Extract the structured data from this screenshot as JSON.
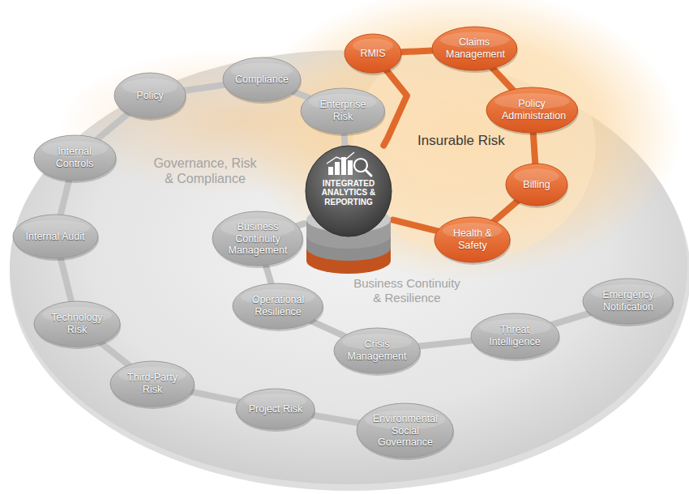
{
  "diagram": {
    "nodes": [
      {
        "text": [
          "RMIS"
        ]
      },
      {
        "text": [
          "Claims Management"
        ]
      },
      {
        "text": [
          "Policy"
        ]
      },
      {
        "text": [
          "Compliance"
        ]
      },
      {
        "text": [
          "Policy Administration"
        ]
      },
      {
        "text": [
          "Enterprise Risk"
        ]
      },
      {
        "text": [
          "Internal Controls"
        ]
      },
      {
        "text": [
          "INTEGRATED ANALYTICS & REPORTING"
        ]
      },
      {
        "text": [
          "Billing"
        ]
      },
      {
        "text": [
          "Internal Audit"
        ]
      },
      {
        "text": [
          "Health & Safety"
        ]
      },
      {
        "text": [
          "Business Continuity Management"
        ]
      },
      {
        "text": [
          "Operational Resilience"
        ]
      },
      {
        "text": [
          "Technology Risk"
        ]
      },
      {
        "text": [
          "Crisis Management"
        ]
      },
      {
        "text": [
          "Threat Intelligence"
        ]
      },
      {
        "text": [
          "Emergency Notification"
        ]
      },
      {
        "text": [
          "Third-Party Risk"
        ]
      },
      {
        "text": [
          "Project Risk"
        ]
      },
      {
        "text": [
          "Environmental Social Governance"
        ]
      }
    ],
    "edges": [
      {
        "from": 5,
        "to": 3,
        "arrow": "none"
      },
      {
        "from": 3,
        "to": 2,
        "arrow": "none"
      },
      {
        "from": 2,
        "to": 6,
        "arrow": "none"
      },
      {
        "from": 6,
        "to": 9,
        "arrow": "none"
      },
      {
        "from": 9,
        "to": 13,
        "arrow": "none"
      },
      {
        "from": 13,
        "to": 17,
        "arrow": "none"
      },
      {
        "from": 17,
        "to": 18,
        "arrow": "none"
      },
      {
        "from": 18,
        "to": 19,
        "arrow": "none"
      },
      {
        "from": 5,
        "to": 7,
        "arrow": "none"
      },
      {
        "from": 0,
        "to": 1,
        "arrow": "none"
      },
      {
        "from": 1,
        "to": 4,
        "arrow": "none"
      },
      {
        "from": 4,
        "to": 8,
        "arrow": "none"
      },
      {
        "from": 8,
        "to": 10,
        "arrow": "none"
      },
      {
        "from": 10,
        "to": 7,
        "arrow": "none"
      },
      {
        "from": 0,
        "to": 7,
        "arrow": "none"
      },
      {
        "from": 7,
        "to": 11,
        "arrow": "none"
      },
      {
        "from": 11,
        "to": 12,
        "arrow": "none"
      },
      {
        "from": 12,
        "to": 14,
        "arrow": "none"
      },
      {
        "from": 14,
        "to": 15,
        "arrow": "none"
      },
      {
        "from": 15,
        "to": 16,
        "arrow": "none"
      }
    ],
    "labels": [
      "Governance, Risk & Compliance",
      "Insurable Risk",
      "Business Continuity & Resilience"
    ]
  }
}
